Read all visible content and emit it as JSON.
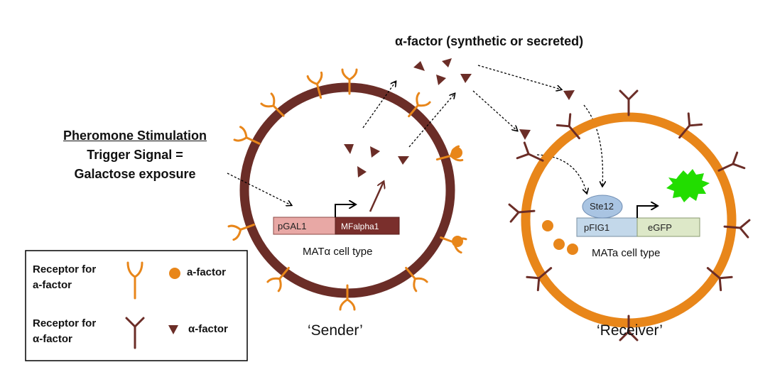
{
  "title": "α-factor (synthetic or secreted)",
  "stimulus": {
    "line1": "Pheromone Stimulation",
    "line2": "Trigger Signal =",
    "line3": "Galactose exposure"
  },
  "sender": {
    "label": "‘Sender’",
    "cell_type": "MATα cell type",
    "promoter": "pGAL1",
    "gene": "MFalpha1",
    "membrane_color": "#6b2d27",
    "promoter_color": "#e8a8a5",
    "gene_color": "#7a2f2c"
  },
  "receiver": {
    "label": "‘Receiver’",
    "cell_type": "MATa cell type",
    "promoter": "pFIG1",
    "gene": "eGFP",
    "tf": "Ste12",
    "membrane_color": "#e8861a",
    "promoter_color": "#c3d8ea",
    "gene_color": "#dde8c8",
    "gfp_color": "#22dd00"
  },
  "legend": {
    "receptor_a": [
      "Receptor for",
      "a-factor"
    ],
    "receptor_alpha": [
      "Receptor for",
      "α-factor"
    ],
    "a_factor": "a-factor",
    "alpha_factor": "α-factor",
    "a_color": "#e8861a",
    "alpha_color": "#6b2d27"
  }
}
